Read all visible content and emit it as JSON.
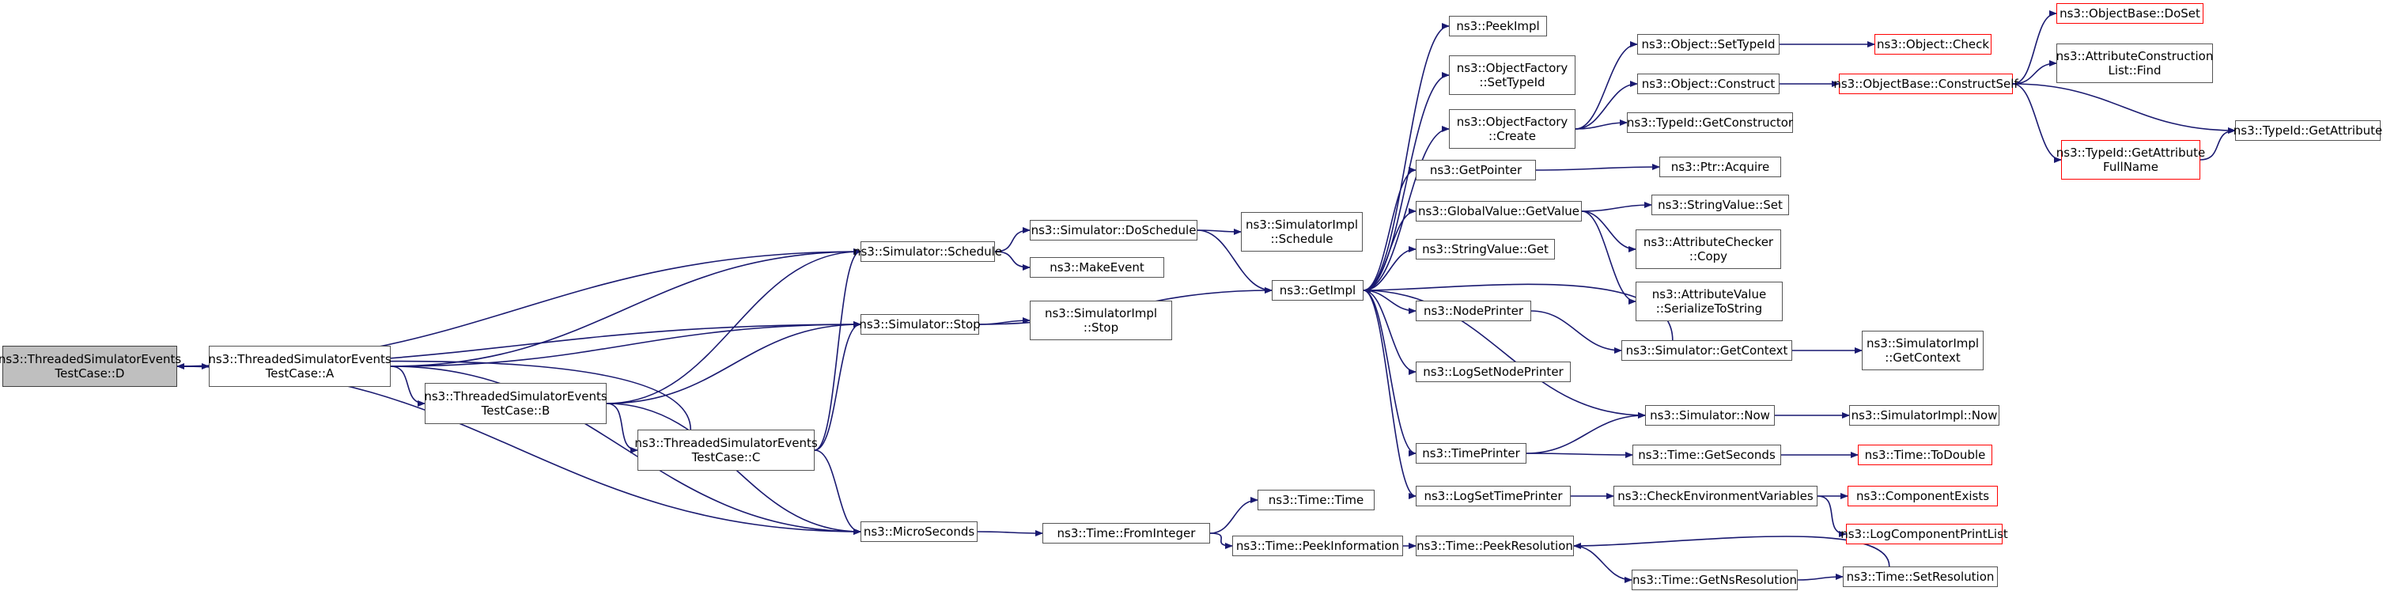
{
  "diagram_type": "call graph",
  "colors": {
    "edge": "#191970",
    "node_border": "#555555",
    "root_fill": "#bfbfbf",
    "truncated_border": "#ff0000"
  },
  "nodes": [
    {
      "id": "root",
      "lines": [
        "ns3::ThreadedSimulatorEvents",
        "TestCase::D"
      ],
      "root": true
    },
    {
      "id": "A",
      "lines": [
        "ns3::ThreadedSimulatorEvents",
        "TestCase::A"
      ]
    },
    {
      "id": "B",
      "lines": [
        "ns3::ThreadedSimulatorEvents",
        "TestCase::B"
      ]
    },
    {
      "id": "C",
      "lines": [
        "ns3::ThreadedSimulatorEvents",
        "TestCase::C"
      ]
    },
    {
      "id": "schedule",
      "lines": [
        "ns3::Simulator::Schedule"
      ]
    },
    {
      "id": "stop",
      "lines": [
        "ns3::Simulator::Stop"
      ]
    },
    {
      "id": "micro",
      "lines": [
        "ns3::MicroSeconds"
      ]
    },
    {
      "id": "doschedule",
      "lines": [
        "ns3::Simulator::DoSchedule"
      ]
    },
    {
      "id": "makeevent",
      "lines": [
        "ns3::MakeEvent"
      ]
    },
    {
      "id": "implstop",
      "lines": [
        "ns3::SimulatorImpl",
        "::Stop"
      ]
    },
    {
      "id": "fromint",
      "lines": [
        "ns3::Time::FromInteger"
      ]
    },
    {
      "id": "implschedule",
      "lines": [
        "ns3::SimulatorImpl",
        "::Schedule"
      ]
    },
    {
      "id": "getimpl",
      "lines": [
        "ns3::GetImpl"
      ]
    },
    {
      "id": "timetime",
      "lines": [
        "ns3::Time::Time"
      ]
    },
    {
      "id": "peekinfo",
      "lines": [
        "ns3::Time::PeekInformation"
      ]
    },
    {
      "id": "peekimpl",
      "lines": [
        "ns3::PeekImpl"
      ]
    },
    {
      "id": "ofsettype",
      "lines": [
        "ns3::ObjectFactory",
        "::SetTypeId"
      ]
    },
    {
      "id": "ofcreate",
      "lines": [
        "ns3::ObjectFactory",
        "::Create"
      ]
    },
    {
      "id": "getpointer",
      "lines": [
        "ns3::GetPointer"
      ]
    },
    {
      "id": "gvgetvalue",
      "lines": [
        "ns3::GlobalValue::GetValue"
      ]
    },
    {
      "id": "svget",
      "lines": [
        "ns3::StringValue::Get"
      ]
    },
    {
      "id": "nodeprinter",
      "lines": [
        "ns3::NodePrinter"
      ]
    },
    {
      "id": "lognodeprinter",
      "lines": [
        "ns3::LogSetNodePrinter"
      ]
    },
    {
      "id": "timeprinter",
      "lines": [
        "ns3::TimePrinter"
      ]
    },
    {
      "id": "logtimeprinter",
      "lines": [
        "ns3::LogSetTimePrinter"
      ]
    },
    {
      "id": "peekres",
      "lines": [
        "ns3::Time::PeekResolution"
      ]
    },
    {
      "id": "objsettype",
      "lines": [
        "ns3::Object::SetTypeId"
      ]
    },
    {
      "id": "objconstruct",
      "lines": [
        "ns3::Object::Construct"
      ]
    },
    {
      "id": "typeidctor",
      "lines": [
        "ns3::TypeId::GetConstructor"
      ]
    },
    {
      "id": "ptracquire",
      "lines": [
        "ns3::Ptr::Acquire"
      ]
    },
    {
      "id": "svset",
      "lines": [
        "ns3::StringValue::Set"
      ]
    },
    {
      "id": "attrcheckcopy",
      "lines": [
        "ns3::AttributeChecker",
        "::Copy"
      ]
    },
    {
      "id": "attrvalser",
      "lines": [
        "ns3::AttributeValue",
        "::SerializeToString"
      ]
    },
    {
      "id": "simgetctx",
      "lines": [
        "ns3::Simulator::GetContext"
      ]
    },
    {
      "id": "simnow",
      "lines": [
        "ns3::Simulator::Now"
      ]
    },
    {
      "id": "timegetsec",
      "lines": [
        "ns3::Time::GetSeconds"
      ]
    },
    {
      "id": "checkenv",
      "lines": [
        "ns3::CheckEnvironmentVariables"
      ]
    },
    {
      "id": "getnsres",
      "lines": [
        "ns3::Time::GetNsResolution"
      ]
    },
    {
      "id": "setres",
      "lines": [
        "ns3::Time::SetResolution"
      ]
    },
    {
      "id": "objcheck",
      "lines": [
        "ns3::Object::Check"
      ],
      "truncated": true
    },
    {
      "id": "obconstructself",
      "lines": [
        "ns3::ObjectBase::ConstructSelf"
      ],
      "truncated": true
    },
    {
      "id": "impgetctx",
      "lines": [
        "ns3::SimulatorImpl",
        "::GetContext"
      ]
    },
    {
      "id": "implnow",
      "lines": [
        "ns3::SimulatorImpl::Now"
      ]
    },
    {
      "id": "todouble",
      "lines": [
        "ns3::Time::ToDouble"
      ],
      "truncated": true
    },
    {
      "id": "compexists",
      "lines": [
        "ns3::ComponentExists"
      ],
      "truncated": true
    },
    {
      "id": "logcomplist",
      "lines": [
        "ns3::LogComponentPrintList"
      ],
      "truncated": true
    },
    {
      "id": "obdoset",
      "lines": [
        "ns3::ObjectBase::DoSet"
      ],
      "truncated": true
    },
    {
      "id": "acfind",
      "lines": [
        "ns3::AttributeConstruction",
        "List::Find"
      ]
    },
    {
      "id": "tidgetattrfull",
      "lines": [
        "ns3::TypeId::GetAttribute",
        "FullName"
      ],
      "truncated": true
    },
    {
      "id": "tidgetattr",
      "lines": [
        "ns3::TypeId::GetAttribute"
      ]
    }
  ],
  "edges": [
    [
      "root",
      "A"
    ],
    [
      "root",
      "schedule"
    ],
    [
      "root",
      "stop"
    ],
    [
      "root",
      "micro"
    ],
    [
      "A",
      "schedule"
    ],
    [
      "A",
      "stop"
    ],
    [
      "A",
      "B"
    ],
    [
      "A",
      "micro"
    ],
    [
      "B",
      "schedule"
    ],
    [
      "B",
      "stop"
    ],
    [
      "B",
      "C"
    ],
    [
      "B",
      "micro"
    ],
    [
      "C",
      "schedule"
    ],
    [
      "C",
      "stop"
    ],
    [
      "C",
      "micro"
    ],
    [
      "C",
      "root"
    ],
    [
      "schedule",
      "doschedule"
    ],
    [
      "schedule",
      "makeevent"
    ],
    [
      "stop",
      "implstop"
    ],
    [
      "stop",
      "getimpl"
    ],
    [
      "micro",
      "fromint"
    ],
    [
      "doschedule",
      "implschedule"
    ],
    [
      "doschedule",
      "getimpl"
    ],
    [
      "fromint",
      "timetime"
    ],
    [
      "fromint",
      "peekinfo"
    ],
    [
      "peekinfo",
      "peekres"
    ],
    [
      "getimpl",
      "peekimpl"
    ],
    [
      "getimpl",
      "ofsettype"
    ],
    [
      "getimpl",
      "ofcreate"
    ],
    [
      "getimpl",
      "getpointer"
    ],
    [
      "getimpl",
      "gvgetvalue"
    ],
    [
      "getimpl",
      "svget"
    ],
    [
      "getimpl",
      "nodeprinter"
    ],
    [
      "getimpl",
      "lognodeprinter"
    ],
    [
      "getimpl",
      "timeprinter"
    ],
    [
      "getimpl",
      "logtimeprinter"
    ],
    [
      "getimpl",
      "simnow"
    ],
    [
      "ofcreate",
      "objsettype"
    ],
    [
      "ofcreate",
      "objconstruct"
    ],
    [
      "ofcreate",
      "typeidctor"
    ],
    [
      "getpointer",
      "ptracquire"
    ],
    [
      "gvgetvalue",
      "svset"
    ],
    [
      "gvgetvalue",
      "attrcheckcopy"
    ],
    [
      "gvgetvalue",
      "attrvalser"
    ],
    [
      "nodeprinter",
      "simgetctx"
    ],
    [
      "timeprinter",
      "simnow"
    ],
    [
      "timeprinter",
      "timegetsec"
    ],
    [
      "logtimeprinter",
      "checkenv"
    ],
    [
      "peekres",
      "getnsres"
    ],
    [
      "objsettype",
      "objcheck"
    ],
    [
      "objconstruct",
      "obconstructself"
    ],
    [
      "simgetctx",
      "getimpl"
    ],
    [
      "simgetctx",
      "impgetctx"
    ],
    [
      "simnow",
      "implnow"
    ],
    [
      "timegetsec",
      "todouble"
    ],
    [
      "checkenv",
      "compexists"
    ],
    [
      "checkenv",
      "logcomplist"
    ],
    [
      "getnsres",
      "setres"
    ],
    [
      "setres",
      "peekres"
    ],
    [
      "obconstructself",
      "obdoset"
    ],
    [
      "obconstructself",
      "acfind"
    ],
    [
      "obconstructself",
      "tidgetattrfull"
    ],
    [
      "obconstructself",
      "tidgetattr"
    ],
    [
      "tidgetattrfull",
      "tidgetattr"
    ]
  ]
}
